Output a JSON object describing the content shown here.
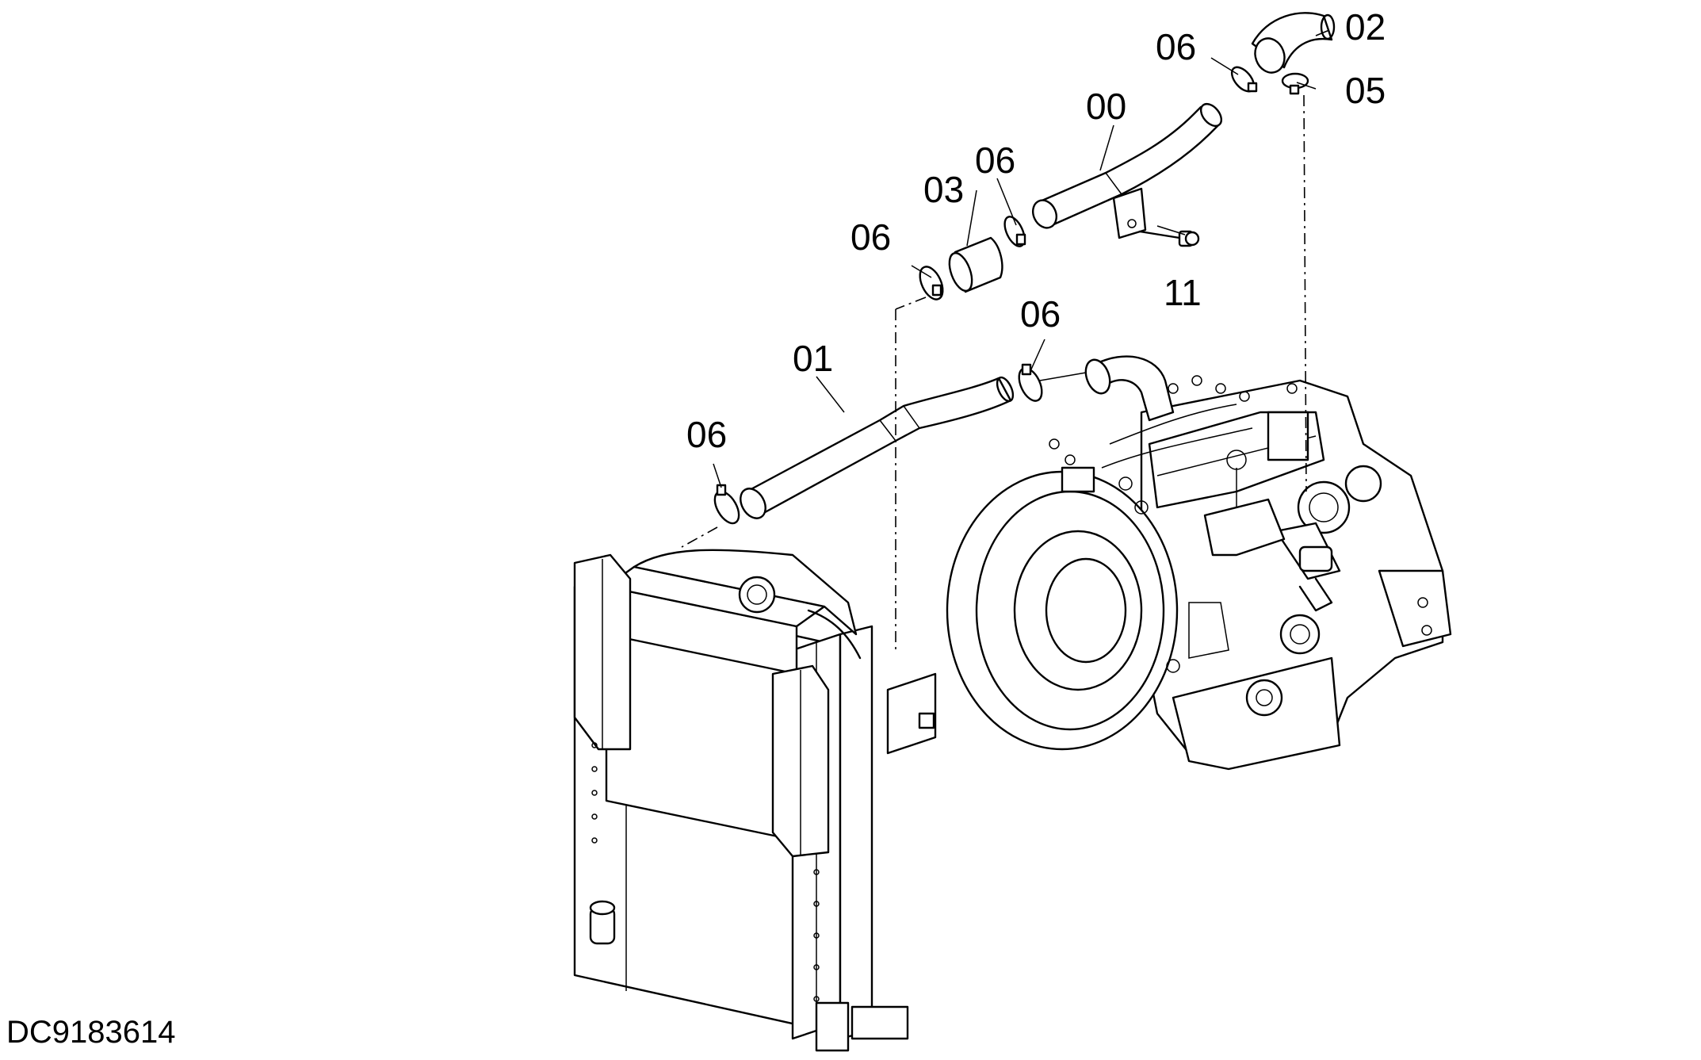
{
  "drawing_id": "DC9183614",
  "callouts": {
    "c00": "00",
    "c01": "01",
    "c02": "02",
    "c03": "03",
    "c05": "05",
    "c06a": "06",
    "c06b": "06",
    "c06c": "06",
    "c06d": "06",
    "c06e": "06",
    "c11": "11"
  }
}
